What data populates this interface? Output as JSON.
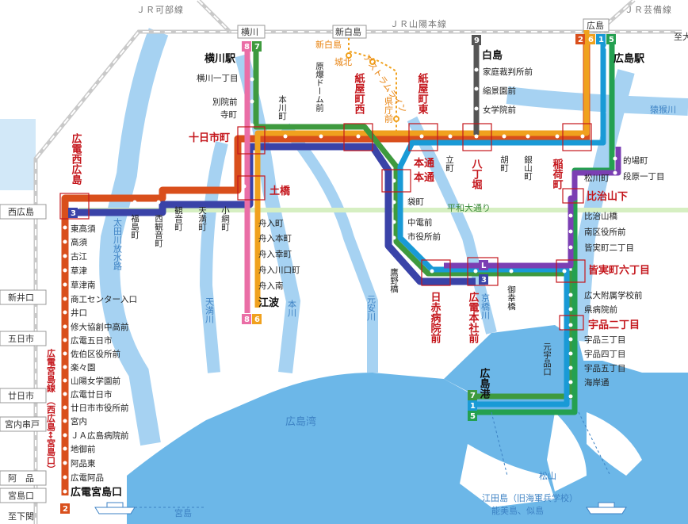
{
  "colors": {
    "route_1": "#199ad6",
    "route_2": "#d94f1c",
    "route_3": "#3a43a8",
    "route_5": "#24a050",
    "route_6": "#f0a11e",
    "route_7": "#3e9a3e",
    "route_8": "#ea6ea6",
    "route_9": "#555555",
    "route_L": "#7b3fb3",
    "water": "#6cb7e8",
    "land": "#ffffff",
    "jr_line": "#c9c9c9",
    "label_red": "#c4161c"
  },
  "jr_lines": {
    "kabe": "ＪＲ可部線",
    "sanyo": "ＪＲ山陽本線",
    "geibi": "ＪＲ芸備線",
    "jr_boxes": [
      "横川",
      "新白島",
      "広島"
    ],
    "jr_right": "至大阪"
  },
  "left_station_boxes": [
    "西広島",
    "新井口",
    "五日市",
    "廿日市",
    "宮内串戸",
    "阿　品",
    "宮島口",
    "至下関"
  ],
  "route_badges": {
    "yokogawa_top": [
      "8",
      "7"
    ],
    "ebanashi_bottom": [
      "8",
      "6"
    ],
    "hiroshima_top": [
      "2",
      "6",
      "1",
      "5"
    ],
    "hakushima_top": [
      "9"
    ],
    "nishihiroshima": [
      "3"
    ],
    "miyajima_bottom": [
      "2"
    ],
    "honsha": [
      "L",
      "3"
    ],
    "ujina_port": [
      "7",
      "1",
      "5"
    ]
  },
  "labels": {
    "yokogawa_eki": "横川駅",
    "yokogawa_1": "横川一丁目",
    "betsuin": "別院前",
    "teramachi": "寺町",
    "tokaichi": "十日市町",
    "dobashi": "土橋",
    "hondori_1": "本通",
    "hondori_2": "本通",
    "honkawa": "本川町",
    "genbaku": "原爆ドーム前",
    "kamiyacho_nishi": "紙屋町西",
    "kamiyacho_higashi": "紙屋町東",
    "kencho": "県庁前",
    "johoku": "城北",
    "shinhakushima": "新白島",
    "astram": "アストラムライン",
    "hakushima": "白島",
    "katei": "家庭裁判所前",
    "shukkeien": "縮景園前",
    "jogakuin": "女学院前",
    "hiroshima_eki": "広島駅",
    "enkoubashi": "猿猴川",
    "matoba": "的場町",
    "danbara": "段原一丁目",
    "inari": "稲荷町",
    "kanayama": "銀山町",
    "ebisu": "胡町",
    "hatchobori": "八丁堀",
    "tatemachi": "立町",
    "matsukawa": "松川町",
    "hijiyama_shita": "比治山下",
    "hijiyama_bashi": "比治山橋",
    "minamiku": "南区役所前",
    "minami_jikkaku": "皆実町二丁目",
    "minami_6": "皆実町六丁目",
    "kodai": "広大附属学校前",
    "kenbyoin": "県病院前",
    "ujina_2": "宇品二丁目",
    "ujina_3": "宇品三丁目",
    "ujina_4": "宇品四丁目",
    "ujina_5": "宇品五丁目",
    "kaigan": "海岸通",
    "hiroshima_ko": "広島港",
    "motoujina": "元宇品口",
    "miyuki": "御幸橋",
    "honsha": "広電本社前",
    "nisseki": "日赤病院前",
    "takanobashi": "鷹野橋",
    "shiyakusho": "市役所前",
    "nakadenmae": "中電前",
    "fukuromachi": "袋町",
    "heiwa": "平和大通り",
    "funairi_machi": "舟入町",
    "funairi_honmachi": "舟入本町",
    "funairi_saiwai": "舟入幸町",
    "funairi_kawaguchi": "舟入川口町",
    "funairi_minami": "舟入南",
    "ebanashi": "江波",
    "koami": "小網町",
    "tenma": "天満町",
    "kannon": "観音町",
    "nishi_kannon": "西観音町",
    "fukushima": "福島町",
    "hiroden_nishi": "広電西広島",
    "higashi_takasu": "東高須",
    "takasu": "高須",
    "furue": "古江",
    "kusatsu": "草津",
    "kusatsu_minami": "草津南",
    "shoko": "商工センター入口",
    "inokuchi": "井口",
    "shudo": "修大協創中高前",
    "itsukaichi": "広電五日市",
    "saeki": "佐伯区役所前",
    "rakurakuen": "楽々園",
    "sanyo_jogakuen": "山陽女学園前",
    "hatsukaichi": "広電廿日市",
    "hatsukaichi_shi": "廿日市市役所前",
    "miyauchi": "宮内",
    "ja_byoin": "ＪＡ広島病院前",
    "jigozen": "地御前",
    "ajina_higashi": "阿品東",
    "ajina": "広電阿品",
    "miyajimaguchi": "広電宮島口",
    "miyajima_line_a": "広電宮島線",
    "miyajima_line_b": "（西広島↔宮島口）",
    "water_ota": "太田川放水路",
    "water_tenma": "天満川",
    "water_honkawa": "本川",
    "water_motoyasu": "元安川",
    "water_kyobashi": "京橋川",
    "hiroshima_wan": "広島湾",
    "matsuyama": "松山",
    "etajima_a": "江田島（旧海軍兵学校）",
    "etajima_b": "能美島、似島",
    "miyajima": "宮島"
  }
}
